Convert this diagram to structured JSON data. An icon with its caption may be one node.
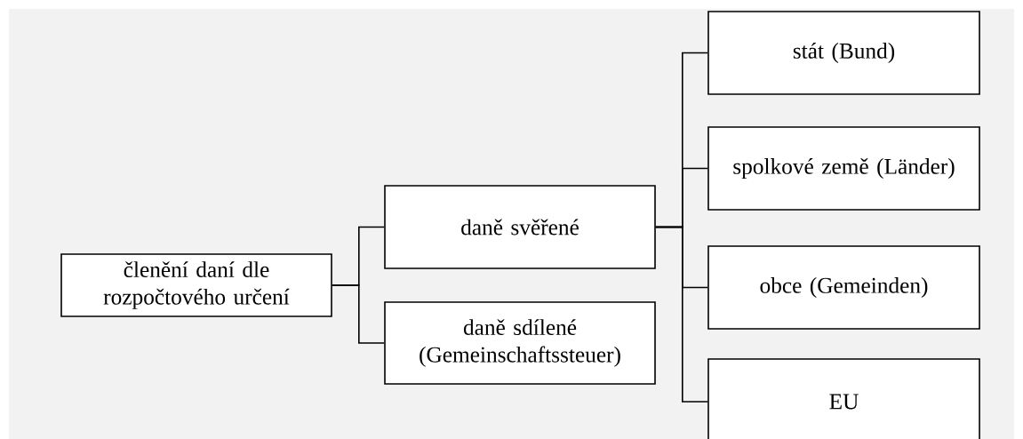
{
  "diagram": {
    "nodes": [
      {
        "text": [
          "členění daní dle rozpočtového určení"
        ]
      },
      {
        "text": [
          "daně svěřené"
        ]
      },
      {
        "text": [
          "daně sdílené (Gemeinschaftssteuer)"
        ]
      },
      {
        "text": [
          "stát (Bund)"
        ]
      },
      {
        "text": [
          "spolkové země (Länder)"
        ]
      },
      {
        "text": [
          "obce (Gemeinden)"
        ]
      },
      {
        "text": [
          "EU"
        ]
      }
    ],
    "edges": [
      {
        "from": 0,
        "to": 1,
        "arrow": "none"
      },
      {
        "from": 0,
        "to": 2,
        "arrow": "none"
      },
      {
        "from": 1,
        "to": 3,
        "arrow": "none"
      },
      {
        "from": 1,
        "to": 4,
        "arrow": "none"
      },
      {
        "from": 1,
        "to": 5,
        "arrow": "none"
      },
      {
        "from": 1,
        "to": 6,
        "arrow": "none"
      }
    ]
  }
}
